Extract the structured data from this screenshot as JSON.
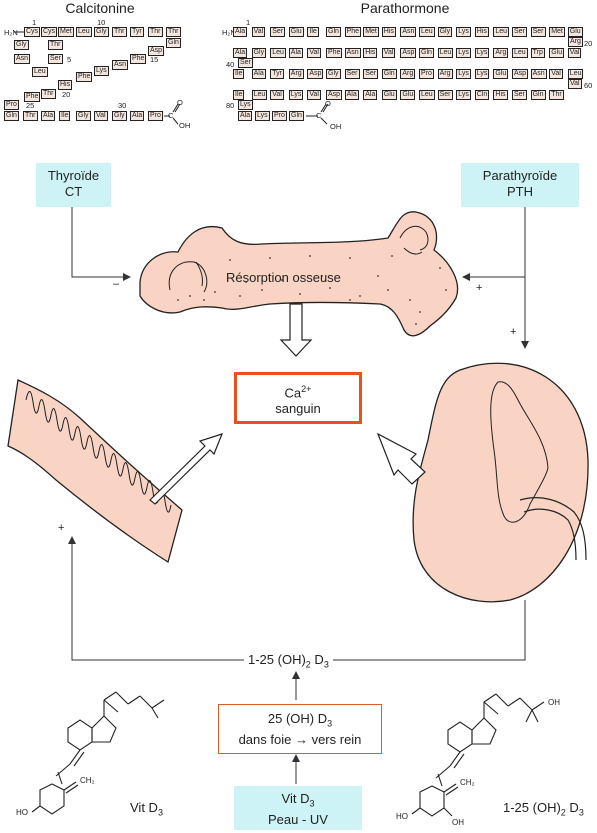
{
  "calcitonine": {
    "title": "Calcitonine",
    "h2n": "H₂N",
    "row1": [
      "Cys",
      "Cys",
      "Met",
      "Leu",
      "Gly",
      "Thr",
      "Tyr",
      "Thr",
      "Thr"
    ],
    "gln_right": "Gln",
    "gly": "Gly",
    "thr2": "Thr",
    "asp": "Asp",
    "asn": "Asn",
    "ser": "Ser",
    "phe15": "Phe",
    "asn2": "Asn",
    "leu": "Leu",
    "lys": "Lys",
    "his": "His",
    "phe": "Phe",
    "thr20": "Thr",
    "phe2": "Phe",
    "pro": "Pro",
    "row_bottom": [
      "Gln",
      "Thr",
      "Ala",
      "Ile",
      "Gly",
      "Val",
      "Gly",
      "Ala",
      "Pro"
    ],
    "n1": "1",
    "n5": "5",
    "n10": "10",
    "n15": "15",
    "n20": "20",
    "n25": "25",
    "n30": "30",
    "cterm_c": "C",
    "cterm_o": "O",
    "cterm_oh": "OH"
  },
  "parathormone": {
    "title": "Parathormone",
    "h2n": "H₂N",
    "row1": [
      "Ala",
      "Val",
      "Ser",
      "Glu",
      "Ile",
      "Gln",
      "Phe",
      "Met",
      "His",
      "Asn",
      "Leu",
      "Gly",
      "Lys",
      "His",
      "Leu",
      "Ser",
      "Ser",
      "Met",
      "Glu"
    ],
    "arg": "Arg",
    "row2": [
      "Ala",
      "Gly",
      "Leu",
      "Ala",
      "Val",
      "Phe",
      "Asn",
      "His",
      "Val",
      "Asp",
      "Gln",
      "Leu",
      "Lys",
      "Lys",
      "Arg",
      "Leu",
      "Trp",
      "Glu",
      "Val"
    ],
    "ser": "Ser",
    "row3": [
      "Ile",
      "Ala",
      "Tyr",
      "Arg",
      "Asp",
      "Gly",
      "Ser",
      "Ser",
      "Gln",
      "Arg",
      "Pro",
      "Arg",
      "Lys",
      "Lys",
      "Glu",
      "Asp",
      "Asn",
      "Val",
      "Leu"
    ],
    "val": "Val",
    "row4": [
      "Ile",
      "Leu",
      "Val",
      "Lys",
      "Val",
      "Asp",
      "Ala",
      "Ala",
      "Glu",
      "Glu",
      "Leu",
      "Ser",
      "Lys",
      "Cln",
      "His",
      "Ser",
      "Gln",
      "Thr"
    ],
    "lys": "Lys",
    "row5": [
      "Ala",
      "Lys",
      "Pro",
      "Gln"
    ],
    "n1": "1",
    "n20": "20",
    "n40": "40",
    "n60": "60",
    "n80": "80",
    "cterm_c": "C",
    "cterm_o": "O",
    "cterm_oh": "OH"
  },
  "thyroide": {
    "line1": "Thyroïde",
    "line2": "CT"
  },
  "parathyroide": {
    "line1": "Parathyroïde",
    "line2": "PTH"
  },
  "bone": {
    "label": "Résorption osseuse"
  },
  "center": {
    "ca": "Ca",
    "ca_sup": "2+",
    "line2": "sanguin"
  },
  "signs": {
    "minus_thyroid": "–",
    "plus_pth_bone": "+",
    "plus_pth_kidney": "+",
    "plus_intestine": "+"
  },
  "vitd_active": {
    "prefix": "1-25 (OH)",
    "sub1": "2",
    "mid": " D",
    "sub2": "3"
  },
  "liver_box": {
    "line1_prefix": "25 (OH) D",
    "line1_sub": "3",
    "line2": "dans foie → vers rein"
  },
  "source_box": {
    "line1_prefix": "Vit D",
    "line1_sub": "3",
    "line2": "Peau - UV"
  },
  "left_mol": {
    "name_prefix": "Vit D",
    "name_sub": "3",
    "ch2": "CH₂",
    "ho": "HO"
  },
  "right_mol": {
    "name_prefix": "1-25 (OH)",
    "name_sub1": "2",
    "name_mid": " D",
    "name_sub2": "3",
    "oh_top": "OH",
    "ch2": "CH₂",
    "ho": "HO",
    "oh_bottom": "OH"
  },
  "colors": {
    "cyan": "#cdf3f6",
    "tissue": "#f9d3c4",
    "orange": "#e8501e"
  }
}
